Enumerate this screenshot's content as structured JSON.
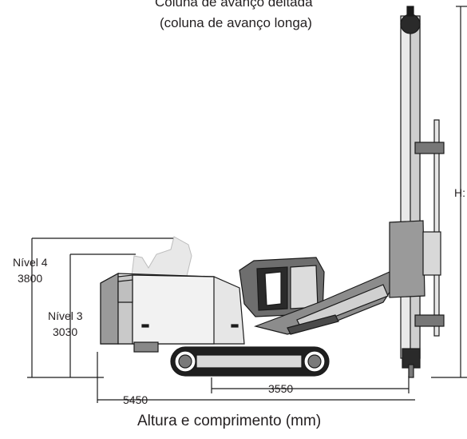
{
  "title_line1": "Coluna de avanço deitada",
  "title_line2": "(coluna de avanço longa)",
  "level4_label": "Nível 4",
  "level4_value": "3800",
  "level3_label": "Nível 3",
  "level3_value": "3030",
  "height_label": "H:",
  "length_track": "3550",
  "length_total": "5450",
  "caption": "Altura e comprimento (mm)"
}
